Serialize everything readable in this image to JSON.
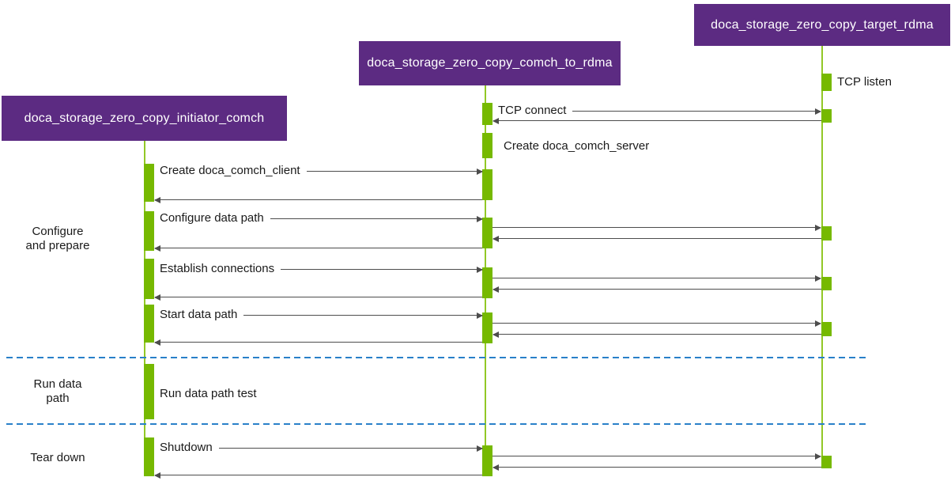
{
  "colors": {
    "header-bg": "#5C2B82",
    "header-text": "#FFFFFF",
    "bar-green": "#76B900",
    "line-green": "#7FBE00",
    "arrow-gray": "#4D4D4D",
    "text-dark": "#1A1A1A",
    "separator-blue": "#2980C9"
  },
  "participants": [
    {
      "id": "initiator",
      "label": "doca_storage_zero_copy_initiator_comch"
    },
    {
      "id": "comch_to_rdma",
      "label": "doca_storage_zero_copy_comch_to_rdma"
    },
    {
      "id": "target_rdma",
      "label": "doca_storage_zero_copy_target_rdma"
    }
  ],
  "phases": [
    {
      "id": "configure",
      "label": "Configure\nand prepare"
    },
    {
      "id": "run",
      "label": "Run data\npath"
    },
    {
      "id": "teardown",
      "label": "Tear down"
    }
  ],
  "messages": {
    "tcp_listen": {
      "label": "TCP listen",
      "from": "target_rdma",
      "type": "self"
    },
    "tcp_connect": {
      "label": "TCP connect",
      "from": "comch_to_rdma",
      "to": "target_rdma",
      "type": "call-return"
    },
    "create_server": {
      "label": "Create doca_comch_server",
      "from": "comch_to_rdma",
      "type": "self"
    },
    "create_client": {
      "label": "Create doca_comch_client",
      "from": "initiator",
      "to": "comch_to_rdma",
      "type": "call-return"
    },
    "configure_path": {
      "label": "Configure data path",
      "from": "initiator",
      "to": "comch_to_rdma",
      "forwarded_to": "target_rdma",
      "type": "call-return"
    },
    "establish_conn": {
      "label": "Establish connections",
      "from": "initiator",
      "to": "comch_to_rdma",
      "forwarded_to": "target_rdma",
      "type": "call-return"
    },
    "start_path": {
      "label": "Start data path",
      "from": "initiator",
      "to": "comch_to_rdma",
      "forwarded_to": "target_rdma",
      "type": "call-return"
    },
    "run_test": {
      "label": "Run data path test",
      "from": "initiator",
      "type": "self"
    },
    "shutdown": {
      "label": "Shutdown",
      "from": "initiator",
      "to": "comch_to_rdma",
      "forwarded_to": "target_rdma",
      "type": "call-return"
    }
  }
}
